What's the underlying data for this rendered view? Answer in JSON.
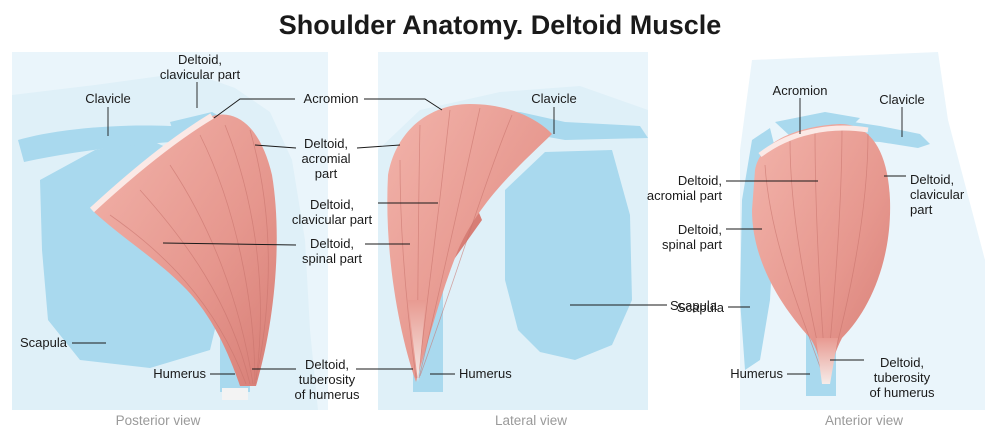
{
  "title": "Shoulder Anatomy. Deltoid Muscle",
  "stock_id": "490015887",
  "colors": {
    "bone": "#a9d9ee",
    "muscle": "#e89a91",
    "muscle_dark": "#d77e76",
    "tendon": "#f3e6e3",
    "leader": "#1a1a1a"
  },
  "views": [
    {
      "name": "Posterior view",
      "labels": {
        "deltoid_clavicular": "Deltoid,\nclavicular part",
        "clavicle": "Clavicle",
        "acromion": "Acromion",
        "deltoid_acromial": "Deltoid,\nacromial\npart",
        "deltoid_spinal": "Deltoid,\nspinal part",
        "scapula": "Scapula",
        "humerus": "Humerus",
        "deltoid_tuberosity": "Deltoid,\ntuberosity\nof humerus"
      }
    },
    {
      "name": "Lateral view",
      "labels": {
        "clavicle": "Clavicle",
        "deltoid_clavicular": "Deltoid,\nclavicular part",
        "scapula": "Scapula",
        "humerus": "Humerus"
      }
    },
    {
      "name": "Anterior view",
      "labels": {
        "acromion": "Acromion",
        "clavicle": "Clavicle",
        "deltoid_acromial": "Deltoid,\nacromial part",
        "deltoid_clavicular": "Deltoid,\nclavicular\npart",
        "deltoid_spinal": "Deltoid,\nspinal part",
        "scapula": "Scapula",
        "humerus": "Humerus",
        "deltoid_tuberosity": "Deltoid,\ntuberosity\nof humerus"
      }
    }
  ]
}
